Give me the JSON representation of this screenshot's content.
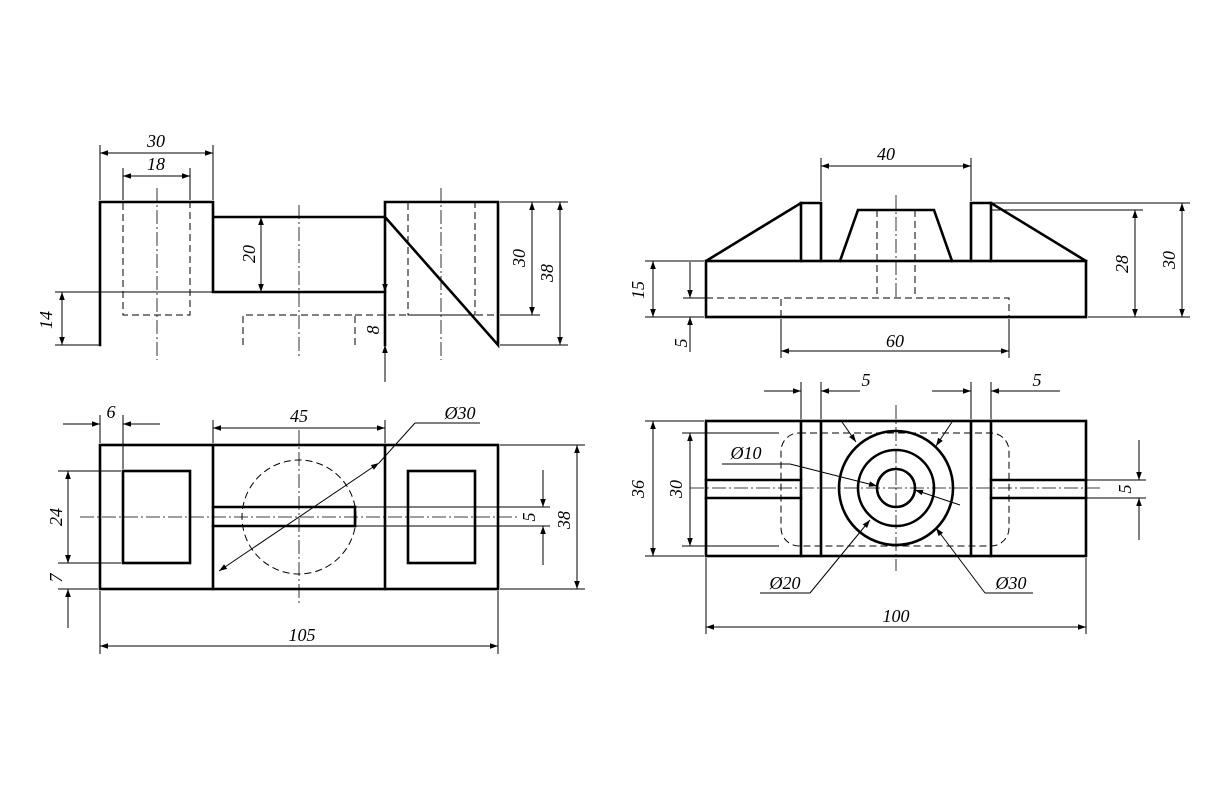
{
  "front_view": {
    "dim_30": "30",
    "dim_18": "18",
    "dim_20": "20",
    "dim_14": "14",
    "dim_8": "8",
    "dim_30_height": "30",
    "dim_38": "38"
  },
  "side_view": {
    "dim_40": "40",
    "dim_15": "15",
    "dim_5": "5",
    "dim_60": "60",
    "dim_28": "28",
    "dim_30": "30"
  },
  "top_view": {
    "dim_6": "6",
    "dim_45": "45",
    "dim_dia30": "Ø30",
    "dim_24": "24",
    "dim_7": "7",
    "dim_5": "5",
    "dim_38": "38",
    "dim_105": "105"
  },
  "bottom_view": {
    "dim_5_left": "5",
    "dim_5_right": "5",
    "dim_dia10": "Ø10",
    "dim_36": "36",
    "dim_30": "30",
    "dim_5_side": "5",
    "dim_dia20": "Ø20",
    "dim_dia30": "Ø30",
    "dim_100": "100"
  }
}
